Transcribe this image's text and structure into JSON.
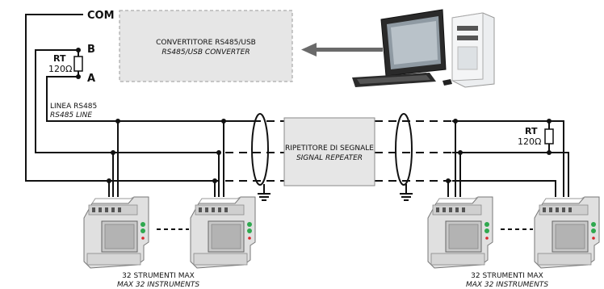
{
  "terminals": {
    "com": "COM",
    "b": "B",
    "a": "A"
  },
  "rt_left": {
    "name": "RT",
    "value": "120Ω"
  },
  "rt_right": {
    "name": "RT",
    "value": "120Ω"
  },
  "converter": {
    "title": "CONVERTITORE RS485/USB",
    "subtitle": "RS485/USB CONVERTER"
  },
  "line_label": {
    "title": "LINEA RS485",
    "subtitle": "RS485 LINE"
  },
  "repeater": {
    "title": "RIPETITORE DI SEGNALE",
    "subtitle": "SIGNAL REPEATER"
  },
  "group_left": {
    "title": "32 STRUMENTI MAX",
    "subtitle": "MAX 32 INSTRUMENTS"
  },
  "group_right": {
    "title": "32 STRUMENTI MAX",
    "subtitle": "MAX 32 INSTRUMENTS"
  },
  "colors": {
    "line": "#111111",
    "box_fill": "#e6e6e6",
    "box_border": "#9a9a9a",
    "device": "#dcdcdc",
    "led_green": "#2fa84f",
    "led_red": "#d8262c"
  },
  "icons": [
    "desktop-computer-icon",
    "cable-shield-icon",
    "ground-icon",
    "energy-meter-icon"
  ]
}
